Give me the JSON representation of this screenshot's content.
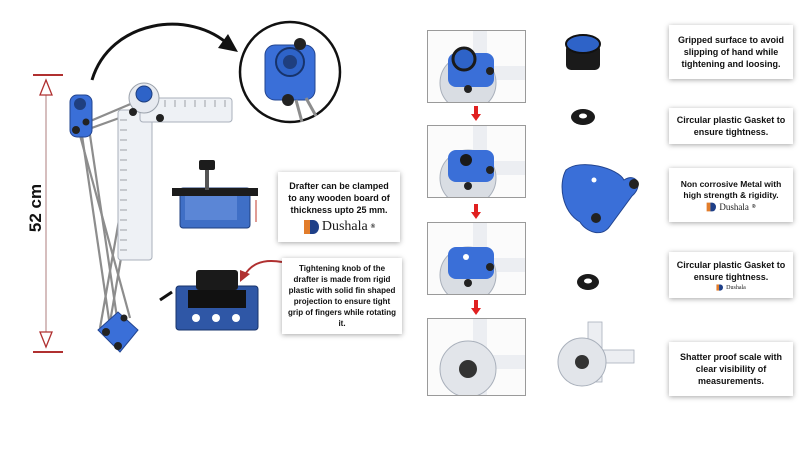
{
  "height_label": "52 cm",
  "brand": {
    "name": "Dushala",
    "registered_mark": "®"
  },
  "callouts": {
    "clamp": "Drafter can be clamped to any wooden board of thickness upto 25 mm.",
    "knob": "Tightening knob of the drafter is made from rigid plastic with solid fin shaped projection to ensure tight grip of fingers while rotating it."
  },
  "features": [
    {
      "text": "Gripped surface to avoid slipping of hand while tightening and loosing."
    },
    {
      "text": "Circular plastic Gasket to ensure tightness."
    },
    {
      "text": "Non corrosive Metal with high strength & rigidity."
    },
    {
      "text": "Circular plastic Gasket to ensure tightness."
    },
    {
      "text": "Shatter proof scale with clear visibility of measurements."
    }
  ],
  "colors": {
    "dimension": "#b03030",
    "accent_blue": "#3a6fd8",
    "arrow_red": "#e02020"
  }
}
